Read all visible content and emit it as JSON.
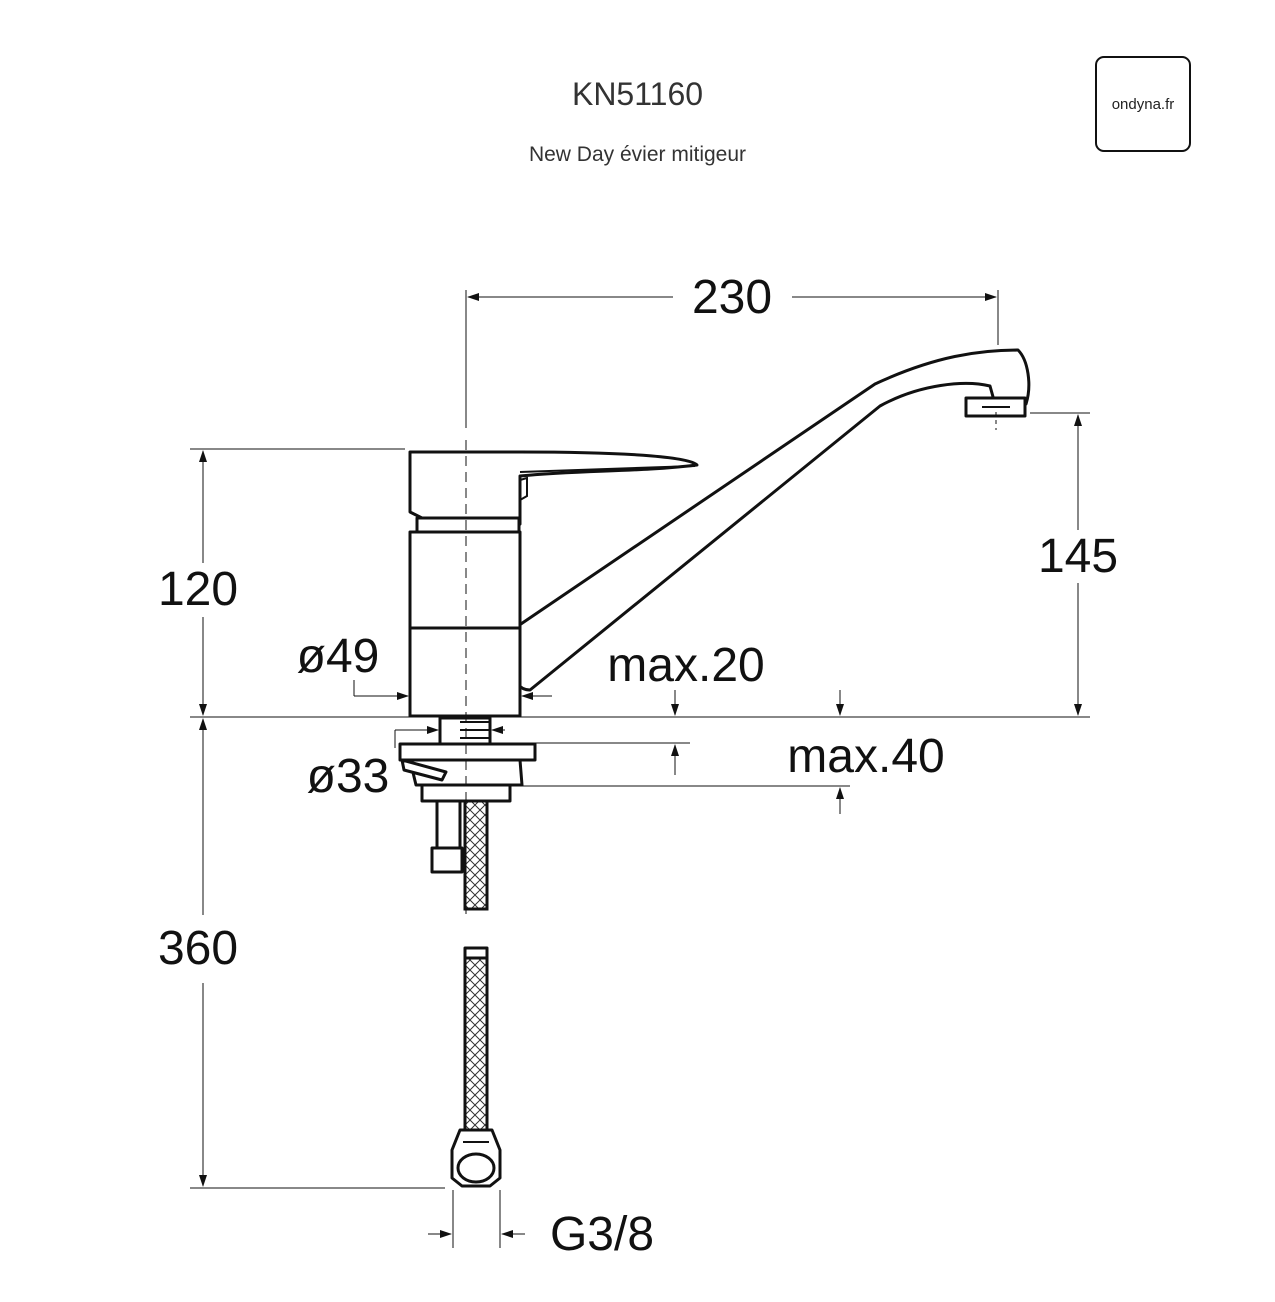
{
  "header": {
    "model": "KN51160",
    "description": "New Day évier mitigeur",
    "logo_text": "ondyna.fr"
  },
  "dimensions": {
    "spout_reach": "230",
    "body_height": "120",
    "spout_height": "145",
    "body_diameter": "ø49",
    "mounting_hole": "ø33",
    "counter_top_min": "max.20",
    "counter_top_max": "max.40",
    "hose_length": "360",
    "connection_thread": "G3/8"
  }
}
